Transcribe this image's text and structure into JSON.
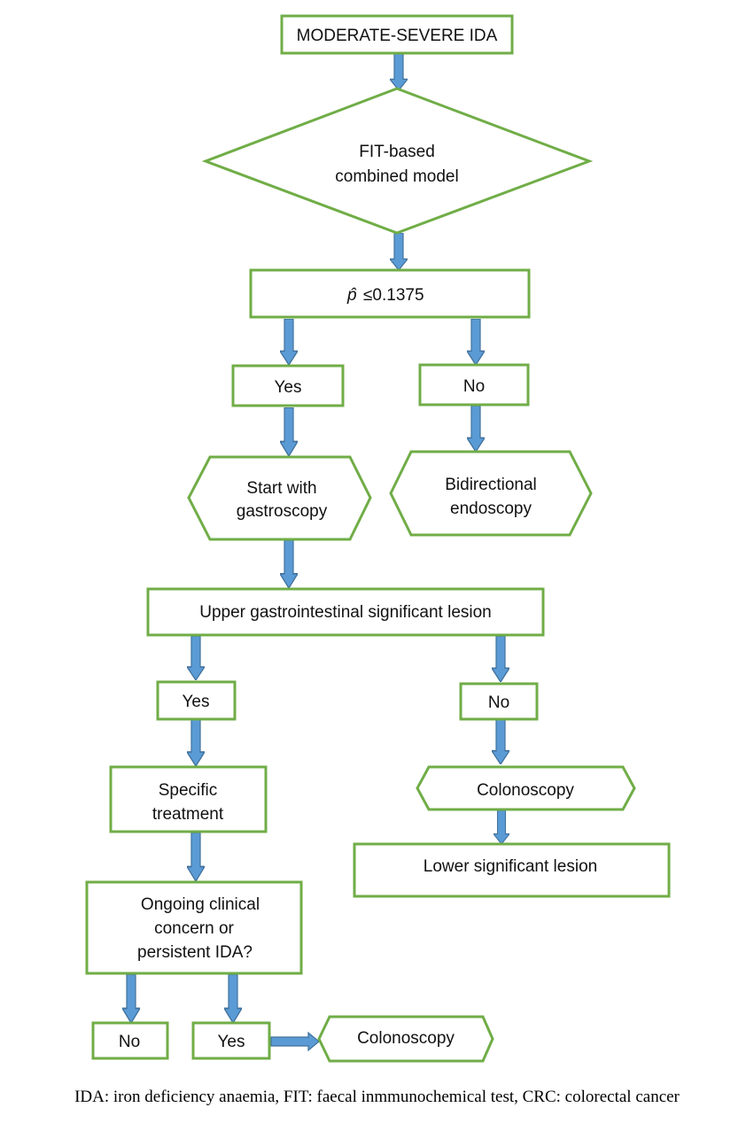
{
  "nodes": {
    "start": "MODERATE-SEVERE IDA",
    "model": [
      "FIT-based",
      "combined  model"
    ],
    "threshold": "≤0.1375",
    "threshold_symbol": "p̂",
    "yes1": "Yes",
    "no1": "No",
    "gastroscopy": [
      "Start with",
      "gastroscopy"
    ],
    "bidirectional": [
      "Bidirectional",
      "endoscopy"
    ],
    "upper_lesion": "Upper gastrointestinal significant lesion",
    "yes2": "Yes",
    "no2": "No",
    "specific_treatment": [
      "Specific",
      "treatment"
    ],
    "colonoscopy1": "Colonoscopy",
    "lower_lesion": "Lower significant lesion",
    "concern": [
      "Ongoing clinical",
      "concern or",
      "persistent IDA?"
    ],
    "no3": "No",
    "yes3": "Yes",
    "colonoscopy2": "Colonoscopy"
  },
  "caption": "IDA: iron deficiency anaemia, FIT: faecal inmmunochemical test, CRC: colorectal cancer",
  "colors": {
    "box_stroke": "#70ad47",
    "arrow_fill": "#5b9bd5",
    "arrow_stroke": "#41719c"
  }
}
